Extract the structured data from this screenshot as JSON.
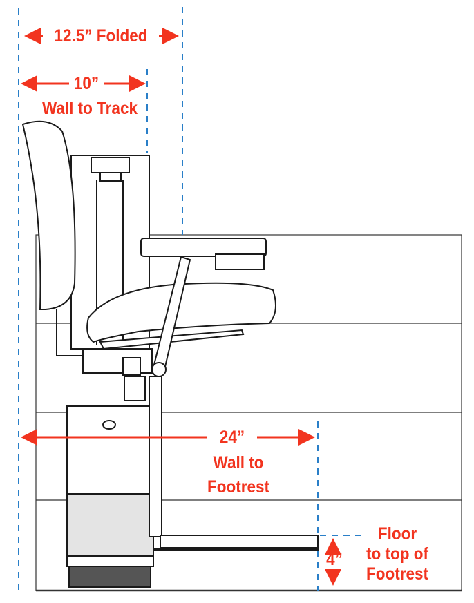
{
  "title": "Stairlift dimensions diagram",
  "colors": {
    "annotation": "#f2341f",
    "guide": "#2a7fc8",
    "outline": "#1a1a1a",
    "fill": "#e4e4e4"
  },
  "dimensions": {
    "folded": {
      "value": "12.5”",
      "label": "Folded"
    },
    "wall_to_track": {
      "value": "10”",
      "label": "Wall to Track"
    },
    "wall_to_footrest": {
      "value": "24”",
      "label_line1": "Wall to",
      "label_line2": "Footrest"
    },
    "floor_to_footrest": {
      "value": "4”",
      "label_line1": "Floor",
      "label_line2": "to top of",
      "label_line3": "Footrest"
    }
  }
}
